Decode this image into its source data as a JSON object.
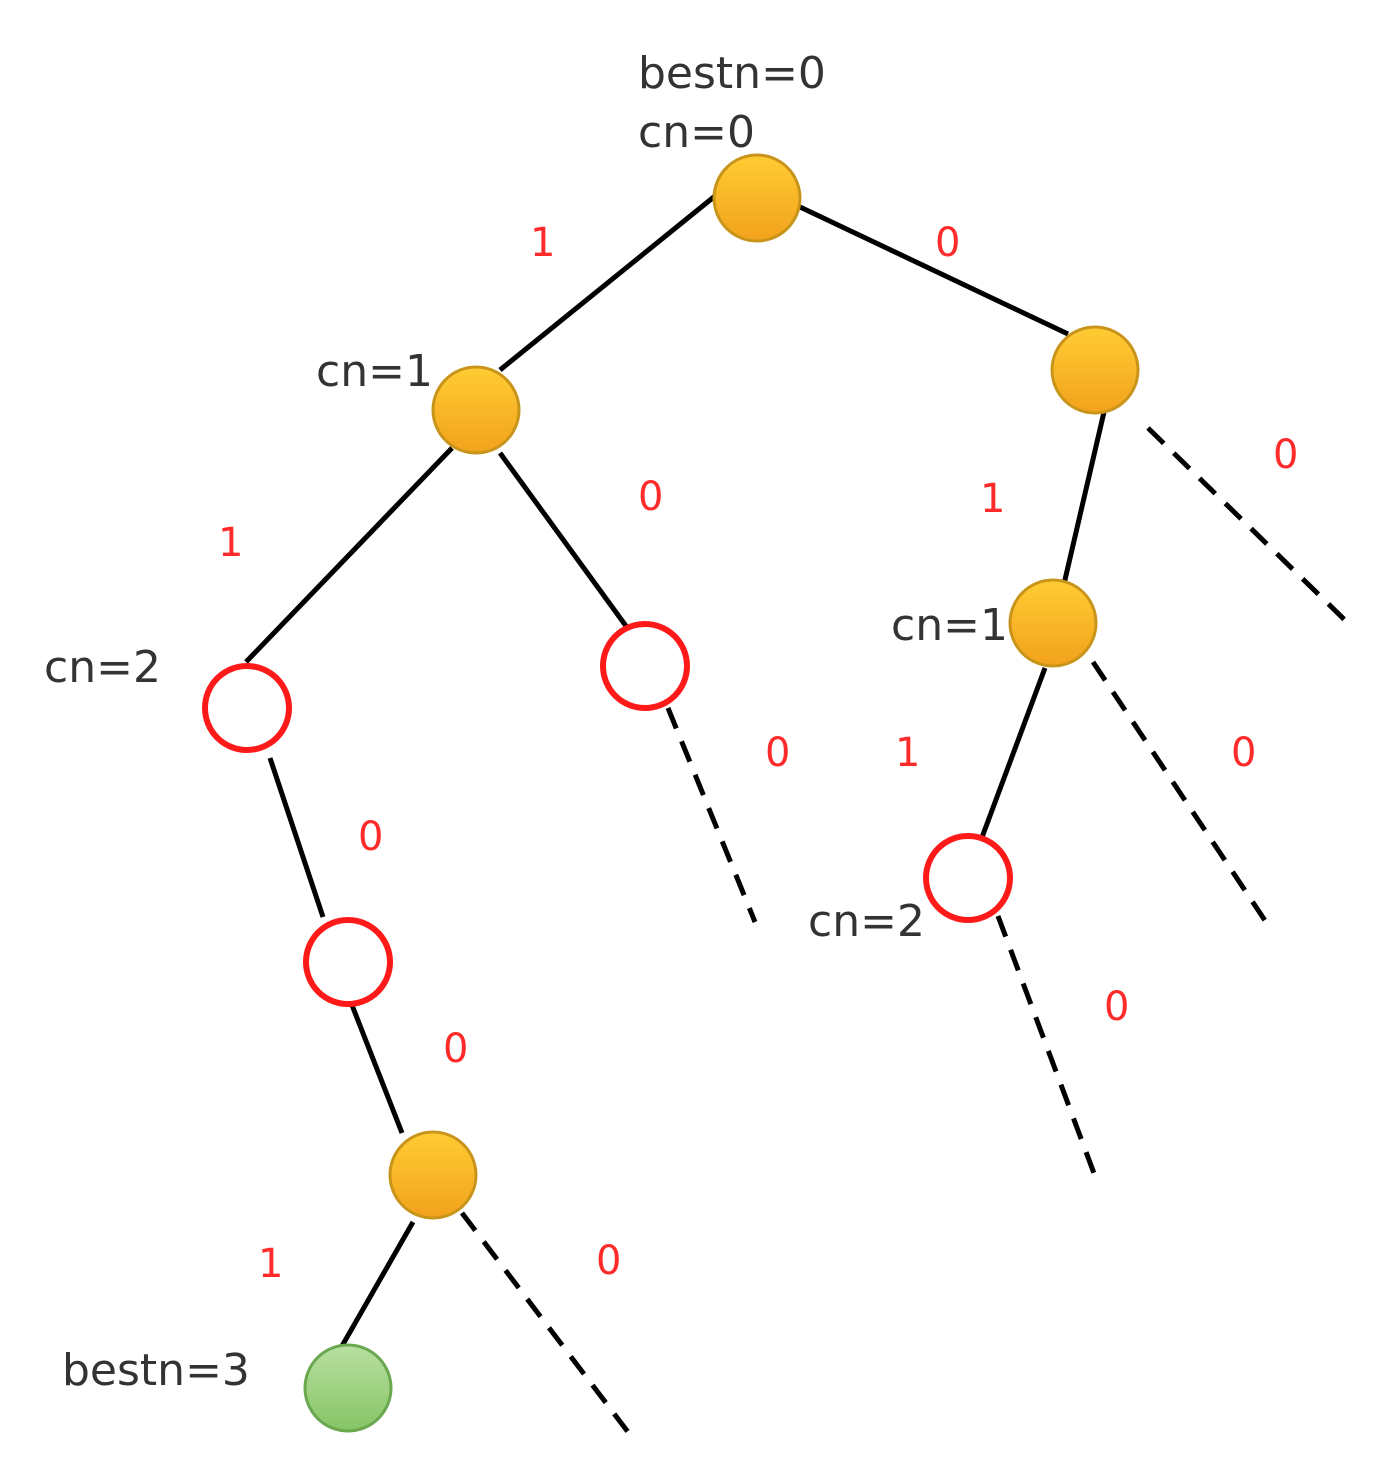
{
  "colors": {
    "explored_fill_top": "#ffcc33",
    "explored_fill_bottom": "#f2a21c",
    "explored_stroke": "#c9941a",
    "pruned_stroke": "#ff1a1a",
    "solution_fill_top": "#b8e0a0",
    "solution_fill_bottom": "#86c466",
    "solution_stroke": "#6aa84f",
    "edge_label": "#ff2a2a",
    "node_label": "#333333"
  },
  "labels": {
    "root_bestn": "bestn=0",
    "root_cn": "cn=0",
    "l1_cn": "cn=1",
    "l2_cn": "cn=2",
    "r2_cn": "cn=1",
    "r3_cn": "cn=2",
    "solution_bestn": "bestn=3"
  },
  "edge_labels": {
    "root_left": "1",
    "root_right": "0",
    "l1_left": "1",
    "l1_right": "0",
    "l2_down": "0",
    "l1r_dash": "0",
    "l3_down": "0",
    "l4_left": "1",
    "l4_dash": "0",
    "r1_dash": "0",
    "r1_down": "1",
    "r2_down": "1",
    "r2_dash": "0",
    "r3_dash": "0"
  }
}
